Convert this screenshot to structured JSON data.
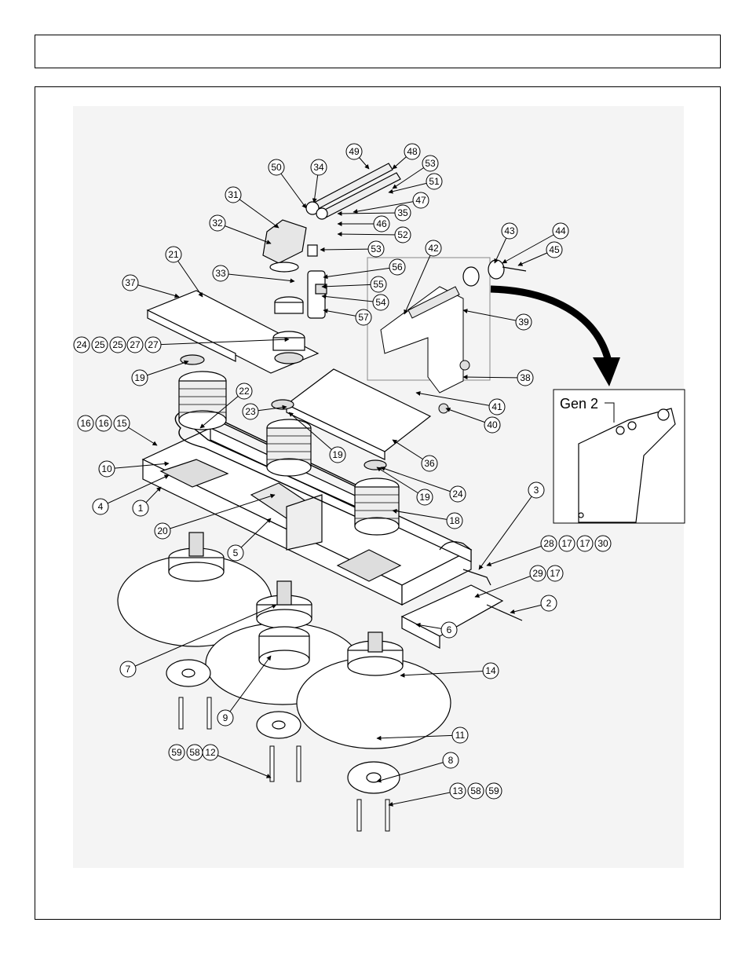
{
  "header": {
    "title": ""
  },
  "inset": {
    "label": "Gen 2"
  },
  "callouts": [
    {
      "id": "c1",
      "label": "1"
    },
    {
      "id": "c2",
      "label": "2"
    },
    {
      "id": "c3",
      "label": "3"
    },
    {
      "id": "c4",
      "label": "4"
    },
    {
      "id": "c5",
      "label": "5"
    },
    {
      "id": "c6",
      "label": "6"
    },
    {
      "id": "c7",
      "label": "7"
    },
    {
      "id": "c8",
      "label": "8"
    },
    {
      "id": "c9",
      "label": "9"
    },
    {
      "id": "c10",
      "label": "10"
    },
    {
      "id": "c11",
      "label": "11"
    },
    {
      "id": "c12",
      "label": "12"
    },
    {
      "id": "c13",
      "label": "13"
    },
    {
      "id": "c14",
      "label": "14"
    },
    {
      "id": "c15",
      "label": "15"
    },
    {
      "id": "c16a",
      "label": "16"
    },
    {
      "id": "c16b",
      "label": "16"
    },
    {
      "id": "c17a",
      "label": "17"
    },
    {
      "id": "c17b",
      "label": "17"
    },
    {
      "id": "c17c",
      "label": "17"
    },
    {
      "id": "c18",
      "label": "18"
    },
    {
      "id": "c19a",
      "label": "19"
    },
    {
      "id": "c19b",
      "label": "19"
    },
    {
      "id": "c19c",
      "label": "19"
    },
    {
      "id": "c20",
      "label": "20"
    },
    {
      "id": "c21",
      "label": "21"
    },
    {
      "id": "c22",
      "label": "22"
    },
    {
      "id": "c23",
      "label": "23"
    },
    {
      "id": "c24a",
      "label": "24"
    },
    {
      "id": "c24b",
      "label": "24"
    },
    {
      "id": "c25a",
      "label": "25"
    },
    {
      "id": "c25b",
      "label": "25"
    },
    {
      "id": "c27a",
      "label": "27"
    },
    {
      "id": "c27b",
      "label": "27"
    },
    {
      "id": "c28",
      "label": "28"
    },
    {
      "id": "c29",
      "label": "29"
    },
    {
      "id": "c30",
      "label": "30"
    },
    {
      "id": "c31",
      "label": "31"
    },
    {
      "id": "c32",
      "label": "32"
    },
    {
      "id": "c33",
      "label": "33"
    },
    {
      "id": "c34",
      "label": "34"
    },
    {
      "id": "c35",
      "label": "35"
    },
    {
      "id": "c36",
      "label": "36"
    },
    {
      "id": "c37",
      "label": "37"
    },
    {
      "id": "c38",
      "label": "38"
    },
    {
      "id": "c39",
      "label": "39"
    },
    {
      "id": "c40",
      "label": "40"
    },
    {
      "id": "c41",
      "label": "41"
    },
    {
      "id": "c42",
      "label": "42"
    },
    {
      "id": "c43",
      "label": "43"
    },
    {
      "id": "c44",
      "label": "44"
    },
    {
      "id": "c45",
      "label": "45"
    },
    {
      "id": "c46",
      "label": "46"
    },
    {
      "id": "c47",
      "label": "47"
    },
    {
      "id": "c48",
      "label": "48"
    },
    {
      "id": "c49",
      "label": "49"
    },
    {
      "id": "c50",
      "label": "50"
    },
    {
      "id": "c51",
      "label": "51"
    },
    {
      "id": "c52",
      "label": "52"
    },
    {
      "id": "c53a",
      "label": "53"
    },
    {
      "id": "c53b",
      "label": "53"
    },
    {
      "id": "c54",
      "label": "54"
    },
    {
      "id": "c55",
      "label": "55"
    },
    {
      "id": "c56",
      "label": "56"
    },
    {
      "id": "c57",
      "label": "57"
    },
    {
      "id": "c58a",
      "label": "58"
    },
    {
      "id": "c58b",
      "label": "58"
    },
    {
      "id": "c59a",
      "label": "59"
    },
    {
      "id": "c59b",
      "label": "59"
    }
  ]
}
